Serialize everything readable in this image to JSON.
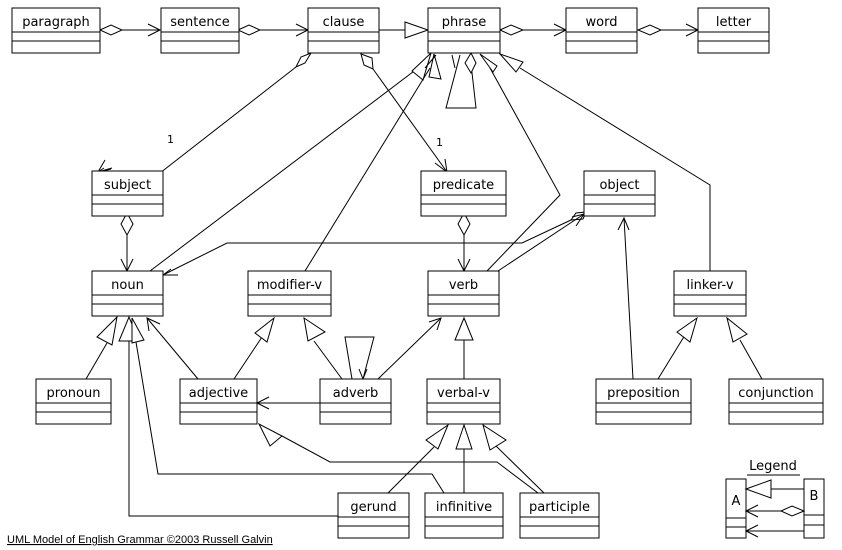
{
  "title": "UML Model of English Grammar",
  "caption": "UML Model of English Grammar ©2003 Russell Galvin",
  "classes": {
    "paragraph": "paragraph",
    "sentence": "sentence",
    "clause": "clause",
    "phrase": "phrase",
    "word": "word",
    "letter": "letter",
    "subject": "subject",
    "predicate": "predicate",
    "object": "object",
    "noun": "noun",
    "modifier_v": "modifier-v",
    "verb": "verb",
    "linker_v": "linker-v",
    "pronoun": "pronoun",
    "adjective": "adjective",
    "adverb": "adverb",
    "verbal_v": "verbal-v",
    "preposition": "preposition",
    "conjunction": "conjunction",
    "gerund": "gerund",
    "infinitive": "infinitive",
    "participle": "participle"
  },
  "multiplicities": {
    "clause_subject": "1",
    "clause_predicate": "1"
  },
  "relationships": [
    {
      "from": "paragraph",
      "to": "sentence",
      "type": "aggregation"
    },
    {
      "from": "sentence",
      "to": "clause",
      "type": "aggregation"
    },
    {
      "from": "clause",
      "to": "phrase",
      "type": "generalization"
    },
    {
      "from": "phrase",
      "to": "word",
      "type": "aggregation"
    },
    {
      "from": "word",
      "to": "letter",
      "type": "aggregation"
    },
    {
      "from": "clause",
      "to": "subject",
      "type": "aggregation"
    },
    {
      "from": "clause",
      "to": "predicate",
      "type": "aggregation"
    },
    {
      "from": "subject",
      "to": "noun",
      "type": "aggregation"
    },
    {
      "from": "predicate",
      "to": "verb",
      "type": "aggregation"
    },
    {
      "from": "object",
      "to": "noun",
      "type": "aggregation"
    },
    {
      "from": "object",
      "to": "verb",
      "type": "association"
    },
    {
      "from": "noun",
      "to": "phrase",
      "type": "generalization"
    },
    {
      "from": "modifier-v",
      "to": "phrase",
      "type": "generalization"
    },
    {
      "from": "verb",
      "to": "phrase",
      "type": "generalization"
    },
    {
      "from": "linker-v",
      "to": "phrase",
      "type": "generalization"
    },
    {
      "from": "phrase",
      "to": "phrase",
      "type": "aggregation"
    },
    {
      "from": "pronoun",
      "to": "noun",
      "type": "generalization"
    },
    {
      "from": "adjective",
      "to": "noun",
      "type": "association"
    },
    {
      "from": "adjective",
      "to": "modifier-v",
      "type": "generalization"
    },
    {
      "from": "adverb",
      "to": "modifier-v",
      "type": "generalization"
    },
    {
      "from": "adverb",
      "to": "adjective",
      "type": "association"
    },
    {
      "from": "adverb",
      "to": "verb",
      "type": "association"
    },
    {
      "from": "adverb",
      "to": "adverb",
      "type": "association"
    },
    {
      "from": "verbal-v",
      "to": "verb",
      "type": "generalization"
    },
    {
      "from": "preposition",
      "to": "linker-v",
      "type": "generalization"
    },
    {
      "from": "preposition",
      "to": "object",
      "type": "association"
    },
    {
      "from": "conjunction",
      "to": "linker-v",
      "type": "generalization"
    },
    {
      "from": "gerund",
      "to": "verbal-v",
      "type": "generalization"
    },
    {
      "from": "gerund",
      "to": "noun",
      "type": "generalization"
    },
    {
      "from": "infinitive",
      "to": "verbal-v",
      "type": "generalization"
    },
    {
      "from": "infinitive",
      "to": "noun",
      "type": "generalization"
    },
    {
      "from": "participle",
      "to": "verbal-v",
      "type": "generalization"
    },
    {
      "from": "participle",
      "to": "adjective",
      "type": "generalization"
    }
  ],
  "legend": {
    "title": "Legend",
    "a_label": "A",
    "b_label": "B",
    "entries": [
      "generalization (B is a kind of A)",
      "aggregation (B contains A)",
      "association (B uses A)"
    ]
  }
}
